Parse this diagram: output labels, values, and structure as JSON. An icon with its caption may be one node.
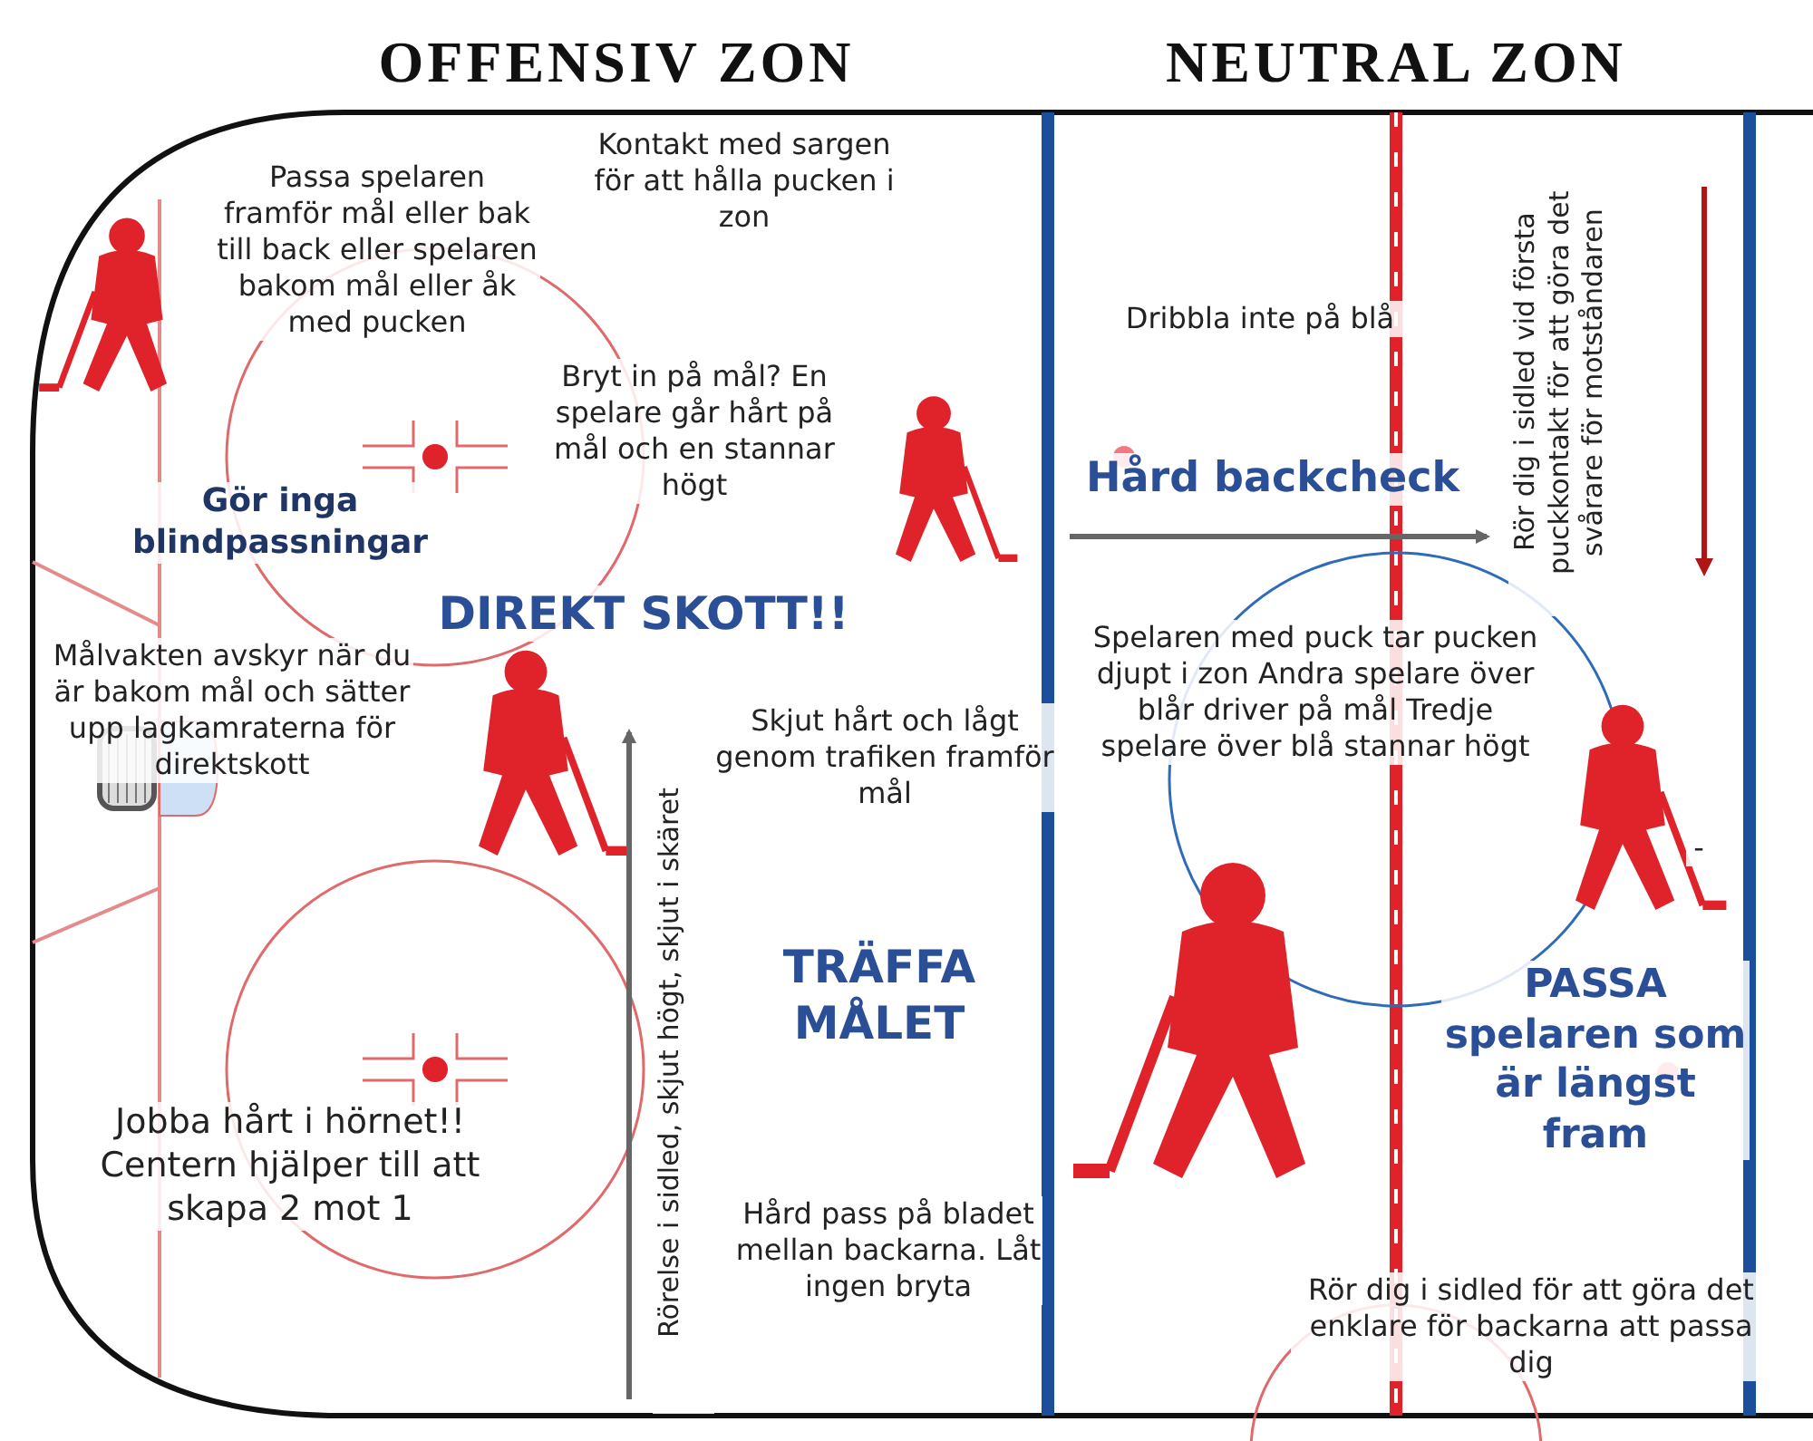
{
  "diagram": {
    "labels": [
      "OFFENSIV ZON",
      "NEUTRAL ZON",
      "Kontakt med sargen för att hålla pucken i zon",
      "Passa spelaren framför mål eller bak till back eller spelaren bakom mål eller åk med pucken",
      "Dribbla inte på blå",
      "Rör dig i sidled vid första puckkontakt för att göra det svårare för motståndaren",
      "Bryt in på mål? En spelare går hårt på mål och en stannar högt",
      "Hård backcheck",
      "Gör inga blindpassningar",
      "DIREKT SKOTT!!",
      "Spelaren med puck tar pucken djupt i zon Andra spelare över blår driver på mål Tredje spelare över blå stannar högt",
      "Målvakten avskyr när du är bakom mål och sätter upp lagkamraterna för direktskott",
      "Skjut hårt och lågt genom trafiken framför mål",
      "-",
      "Rörelse i sidled, skjut högt, skjut i skäret",
      "TRÄFFA MÅLET",
      "PASSA spelaren som är längst fram",
      "Jobba hårt i hörnet!! Centern hjälper till att skapa 2 mot 1",
      "Hård pass på bladet mellan backarna. Låt ingen bryta",
      "Rör dig i sidled för att göra det enklare för backarna att passa dig"
    ]
  }
}
